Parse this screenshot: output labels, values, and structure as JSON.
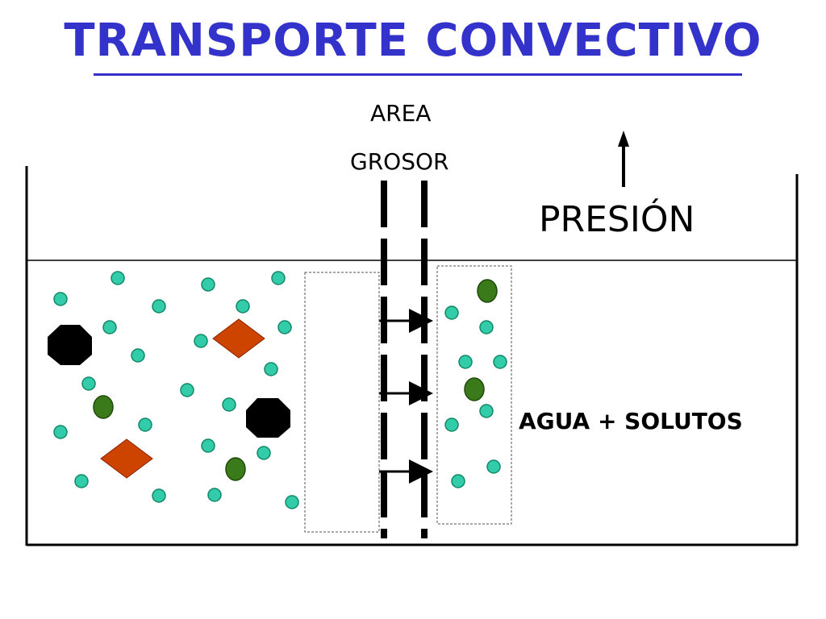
{
  "title": "TRANSPORTE CONVECTIVO",
  "labels": {
    "area": "AREA",
    "grosor": "GROSOR",
    "presion": "PRESIÓN",
    "agua_solutos": "AGUA + SOLUTOS"
  },
  "colors": {
    "title": "#3333cc",
    "small_solute": "#33ccaa",
    "medium_solute": "#3a7a1a",
    "diamond": "#cc4400",
    "large_solute": "#000000"
  }
}
